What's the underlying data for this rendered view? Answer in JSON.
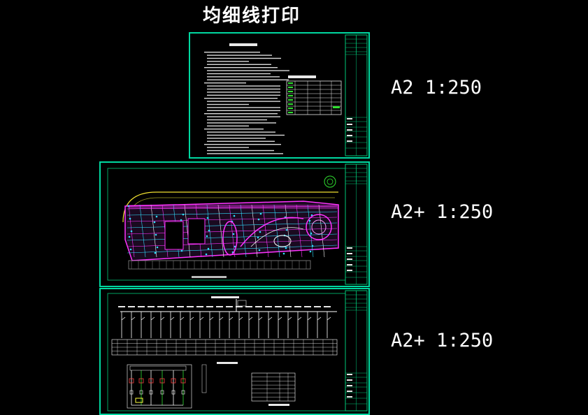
{
  "page_title": "均细线打印",
  "sheets": [
    {
      "scale_label": "A2 1:250"
    },
    {
      "scale_label": "A2+ 1:250"
    },
    {
      "scale_label": "A2+ 1:250"
    }
  ],
  "colors": {
    "background": "#000000",
    "sheet_border": "#00d8a0",
    "title_block": "#00c878",
    "text_lines": "#e8e8e8",
    "magenta": "#ff33ff",
    "yellow": "#f0e030",
    "cyan": "#30e0ff",
    "green": "#30e030"
  }
}
